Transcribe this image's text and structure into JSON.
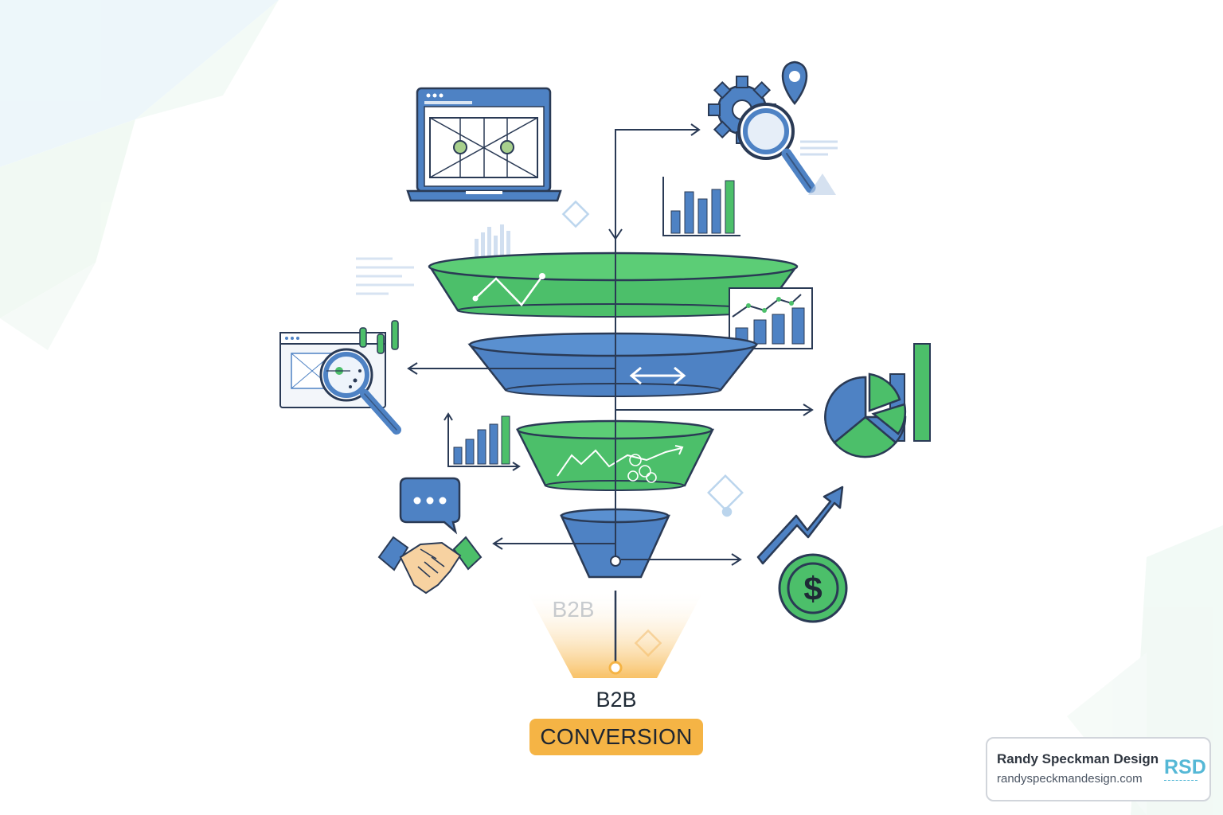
{
  "diagram": {
    "faint_label": "B2B",
    "label_b2b": "B2B",
    "badge_text": "CONVERSION"
  },
  "brand": {
    "name": "Randy Speckman Design",
    "url": "randyspeckmandesign.com",
    "logo": "RSD"
  },
  "colors": {
    "green": "#4cbf6a",
    "blue": "#4e82c4",
    "dark_outline": "#2a3a55",
    "orange": "#f5b445",
    "skin": "#f7d2a1"
  },
  "icons": [
    "laptop-wireframe-icon",
    "gear-search-icon",
    "location-pin-icon",
    "bar-chart-icon",
    "browser-magnifier-icon",
    "pie-chart-icon",
    "chat-bubble-icon",
    "handshake-icon",
    "trend-arrow-icon",
    "dollar-coin-icon"
  ]
}
